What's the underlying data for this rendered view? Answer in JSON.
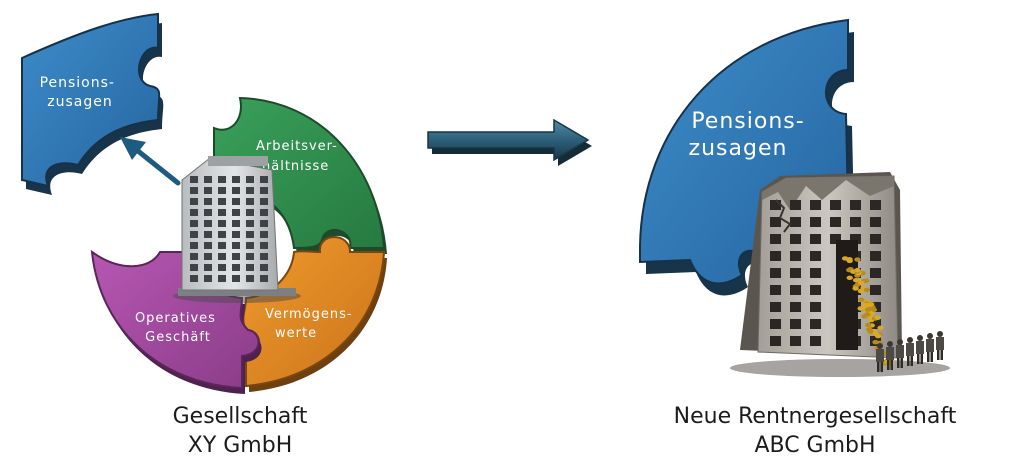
{
  "left": {
    "pieces": {
      "pension": [
        "Pensions-",
        "zusagen"
      ],
      "arbeit": [
        "Arbeitsver-",
        "hältnisse"
      ],
      "vermoegen": [
        "Vermögens-",
        "werte"
      ],
      "operativ": [
        "Operatives",
        "Geschäft"
      ]
    },
    "caption": [
      "Gesellschaft",
      "XY GmbH"
    ]
  },
  "right": {
    "pension": [
      "Pensions-",
      "zusagen"
    ],
    "caption": [
      "Neue Rentnergesellschaft",
      "ABC GmbH"
    ]
  },
  "colors": {
    "blue": "#2e76b0",
    "green": "#2e8b4c",
    "orange": "#e0871f",
    "purple": "#a2479f",
    "navy": "#1d3c52",
    "arrow": "#2e5f7a"
  },
  "icons": [
    "office-building-icon",
    "ruined-building-icon",
    "gold-coins-icon",
    "people-queue-icon",
    "transfer-arrow-icon"
  ]
}
